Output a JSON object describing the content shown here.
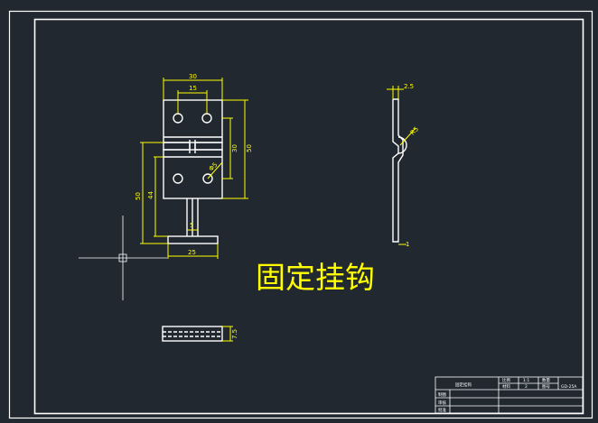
{
  "drawing": {
    "title": "固定挂钩",
    "colors": {
      "background": "#212830",
      "part": "#ffffff",
      "dimension": "#ffff00",
      "frame": "#ffffff"
    }
  },
  "dimensions": {
    "front": {
      "width_total": "30",
      "hole_spacing": "15",
      "height_upper": "30",
      "height_right": "50",
      "height_left": "50",
      "height_inner": "44",
      "hole_dia": "Φ5",
      "neck": "5",
      "base_width": "25"
    },
    "side": {
      "thickness": "2.5",
      "radius": "R5",
      "bottom": "1"
    },
    "bottom": {
      "height": "7.5"
    }
  },
  "title_block": {
    "part_name": "固定挂钩",
    "row_labels": [
      "制图",
      "审核",
      "批准"
    ],
    "header_cells": [
      "比例",
      "1:1",
      "数量",
      "材料",
      "2",
      "图号"
    ],
    "drawing_no": "GD-25A"
  }
}
